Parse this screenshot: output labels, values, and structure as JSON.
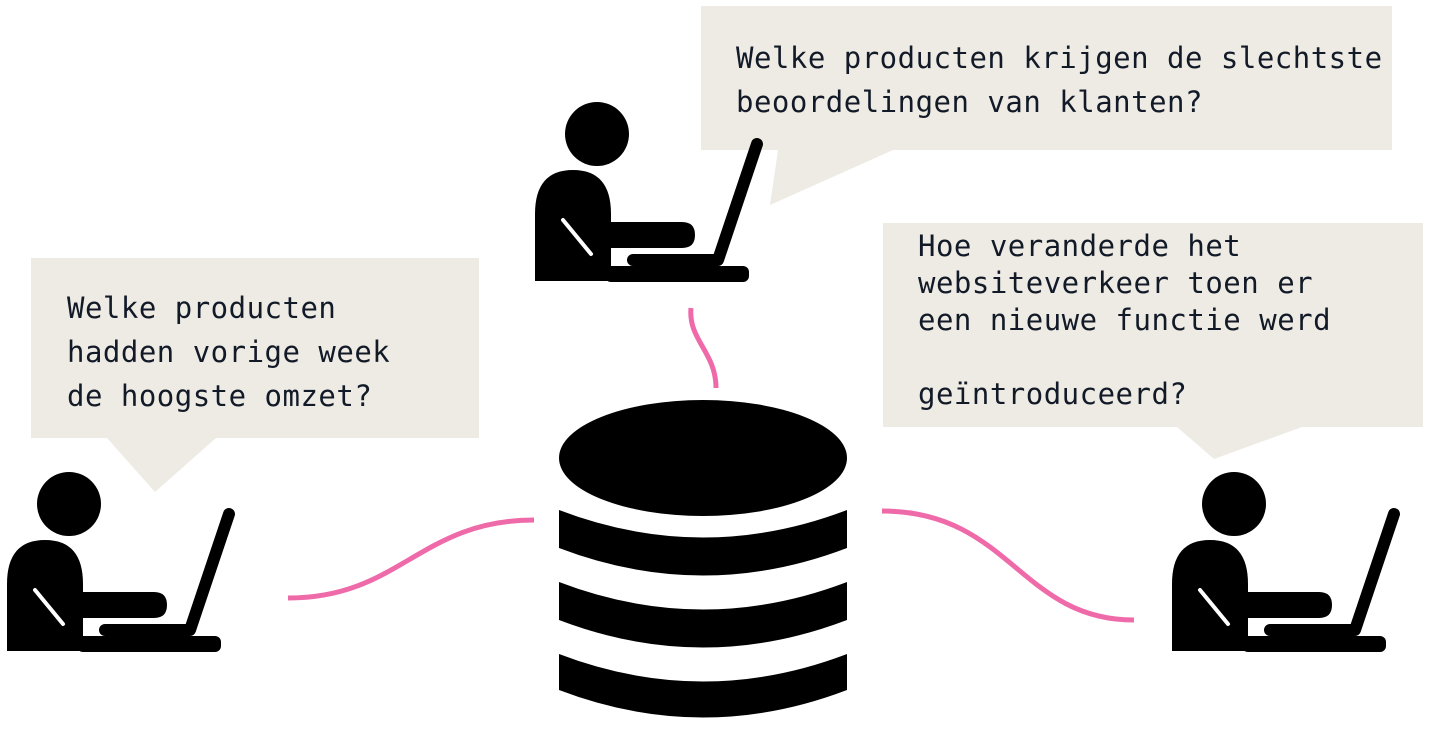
{
  "colors": {
    "background": "#ffffff",
    "bubble_fill": "#eeebe4",
    "text": "#121a28",
    "figure": "#000000",
    "connector": "#ef6aa8"
  },
  "diagram": {
    "center_node": {
      "icon": "database-icon"
    },
    "users": [
      {
        "position": "left",
        "icon": "person-at-laptop-icon",
        "question_lines": [
          "Welke producten",
          "hadden vorige week",
          "de hoogste omzet?"
        ]
      },
      {
        "position": "top",
        "icon": "person-at-laptop-icon",
        "question_lines": [
          "Welke producten krijgen de slechtste",
          "beoordelingen van klanten?"
        ]
      },
      {
        "position": "right",
        "icon": "person-at-laptop-icon",
        "question_lines": [
          "Hoe veranderde het",
          "websiteverkeer toen er",
          "een nieuwe functie werd",
          "",
          "geïntroduceerd?"
        ]
      }
    ],
    "connectors": [
      {
        "from": "left-user",
        "to": "database",
        "color": "#ef6aa8"
      },
      {
        "from": "top-user",
        "to": "database",
        "color": "#ef6aa8"
      },
      {
        "from": "right-user",
        "to": "database",
        "color": "#ef6aa8"
      }
    ]
  }
}
